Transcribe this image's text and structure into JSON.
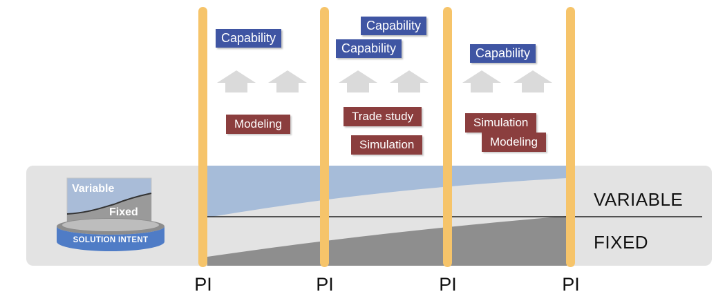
{
  "capabilities": [
    "Capability",
    "Capability",
    "Capability",
    "Capability"
  ],
  "activities": [
    "Modeling",
    "Trade study",
    "Simulation",
    "Simulation",
    "Modeling"
  ],
  "pi_labels": [
    "PI",
    "PI",
    "PI",
    "PI"
  ],
  "zones": {
    "variable": "VARIABLE",
    "fixed": "FIXED"
  },
  "solution_intent": {
    "variable": "Variable",
    "fixed": "Fixed",
    "label": "SOLUTION INTENT"
  },
  "colors": {
    "capability": "#3f55a3",
    "activity": "#8b3e3e",
    "pillar": "#f6c46a",
    "variable_area": "#a6bcd9",
    "fixed_area": "#8e8e8e",
    "band": "#e3e3e3"
  }
}
